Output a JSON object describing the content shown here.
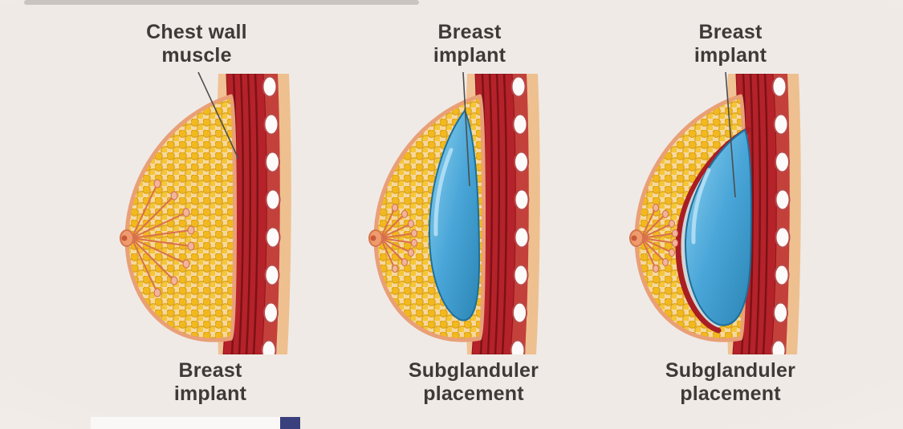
{
  "title": "Breast implant placement anatomy diagram",
  "colors": {
    "background": "#f1ebe7",
    "label_text": "#3f3a37",
    "muscle_red": "#b5222a",
    "muscle_stripe": "#7c1216",
    "rib_oval_white": "#fcfbfa",
    "fat_yellow": "#f2b91e",
    "fat_background": "#f6d89e",
    "skin_peach": "#eaa379",
    "implant_blue": "#4aa6d8",
    "implant_outline": "#1d6f9d",
    "gland_pink": "#d96f4f",
    "pointer_line": "#4d4d4d",
    "bottom_square_navy": "#3a3f7d"
  },
  "panels": [
    {
      "id": "natural",
      "top_label": {
        "line1": "Chest wall",
        "line2": "muscle"
      },
      "bottom_label": {
        "line1": "Breast",
        "line2": "implant"
      }
    },
    {
      "id": "subglandular",
      "top_label": {
        "line1": "Breast",
        "line2": "implant"
      },
      "bottom_label": {
        "line1": "Subglanduler",
        "line2": "placement"
      }
    },
    {
      "id": "submuscular",
      "top_label": {
        "line1": "Breast",
        "line2": "implant"
      },
      "bottom_label": {
        "line1": "Subglanduler",
        "line2": "placement"
      }
    }
  ]
}
